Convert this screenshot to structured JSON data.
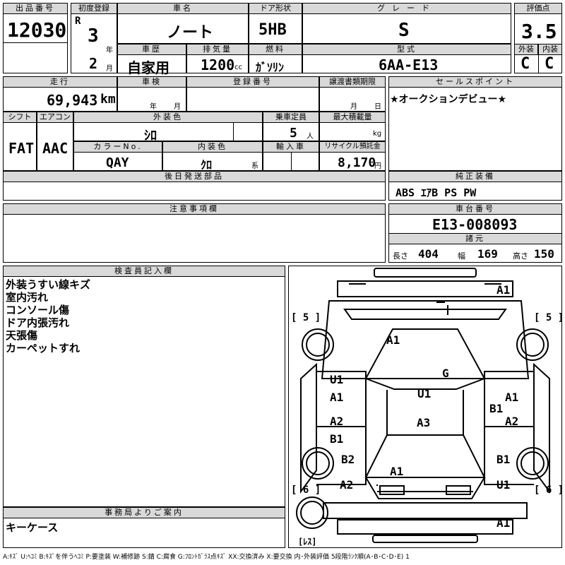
{
  "header": {
    "lot_label": "出品番号",
    "lot_number": "12030",
    "first_reg_label": "初度登録",
    "era": "R",
    "year": "3",
    "year_unit": "年",
    "month": "2",
    "month_unit": "月",
    "car_name_label": "車名",
    "car_name": "ノート",
    "door_label": "ドア形状",
    "door": "5HB",
    "grade_label": "グレード",
    "grade": "S",
    "score_label": "評価点",
    "score": "3.5",
    "history_label": "車歴",
    "history": "自家用",
    "displacement_label": "排気量",
    "displacement": "1200",
    "displacement_unit": "cc",
    "fuel_label": "燃料",
    "fuel": "ｶﾞｿﾘﾝ",
    "model_label": "型式",
    "model": "6AA-E13",
    "exterior_label": "外装",
    "exterior_grade": "C",
    "interior_label": "内装",
    "interior_grade": "C"
  },
  "row2": {
    "mileage_label": "走行",
    "mileage": "69,943",
    "mileage_unit": "km",
    "inspection_label": "車検",
    "inspection_year_unit": "年",
    "inspection_month_unit": "月",
    "reg_no_label": "登録番号",
    "transfer_label": "譲渡書類期限",
    "transfer_month_unit": "月",
    "transfer_day_unit": "日",
    "sales_point_label": "セールスポイント",
    "sales_point": "★オークションデビュー★",
    "shift_label": "シフト",
    "shift": "FAT",
    "aircon_label": "エアコン",
    "aircon": "AAC",
    "ext_color_label": "外装色",
    "ext_color": "ｼﾛ",
    "capacity_label": "乗車定員",
    "capacity": "5",
    "capacity_unit": "人",
    "max_load_label": "最大積載量",
    "max_load_unit": "kg",
    "color_no_label": "カラーNo.",
    "color_no": "QAY",
    "int_color_label": "内装色",
    "int_color": "ｸﾛ",
    "int_color_unit": "系",
    "import_label": "輸入車",
    "recycle_label": "リサイクル預託金",
    "recycle": "8,170",
    "recycle_unit": "円",
    "later_parts_label": "後日発送部品",
    "equipment_label": "純正装備",
    "equipment": "ABS ｴｱB PS PW"
  },
  "notes": {
    "caution_label": "注意事項欄",
    "chassis_label": "車台番号",
    "chassis": "E13-008093",
    "specs_label": "諸元",
    "length_label": "長さ",
    "length": "404",
    "width_label": "幅",
    "width": "169",
    "height_label": "高さ",
    "height": "150",
    "inspector_label": "検査員記入欄",
    "inspector_lines": [
      "外装うすい線キズ",
      "室内汚れ",
      "コンソール傷",
      "ドア内張汚れ",
      "天張傷",
      "カーペットすれ"
    ],
    "office_label": "事務局よりご案内",
    "office_text": "キーケース"
  },
  "diagram": {
    "front_bumper": "A1",
    "hood": "A1",
    "front_glass": "G",
    "roof": "U1",
    "rear_area": "A3",
    "left_fender_1": "U1",
    "left_fender_2": "A1",
    "left_front_door_1": "A2",
    "left_front_door_2": "B1",
    "left_rear_door": "B2",
    "left_quarter": "A2",
    "right_fender": "A1",
    "right_fender_2": "B1",
    "right_front_door": "A2",
    "right_rear_door": "B1",
    "right_quarter": "U1",
    "trunk": "A1",
    "rear_bumper": "A1",
    "tire_fl": "[ 5 ]",
    "tire_fr": "[ 5 ]",
    "tire_rl": "[ 6 ]",
    "tire_rr": "[ 6 ]",
    "spare": "[ﾚｽ]",
    "legend": "A:ｷｽﾞ U:ﾍｺﾐ B:ｷｽﾞを伴うﾍｺﾐ P:要塗装 W:補修跡 S:錆 C:腐食 G:ﾌﾛﾝﾄｶﾞﾗｽ点ｷｽﾞ XX:交換済み X:要交換 内･外装評価 5段階ﾗﾝｸ順(A･B･C･D･E) 1"
  }
}
